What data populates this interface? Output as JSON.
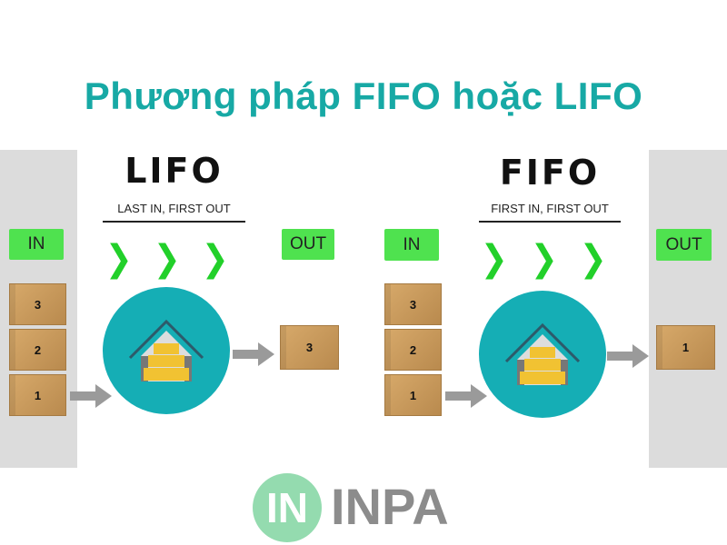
{
  "title": "Phương pháp FIFO hoặc LIFO",
  "watermark": {
    "mark": "IN",
    "text": "INPA"
  },
  "lifo": {
    "heading": "LIFO",
    "subtitle": "LAST IN, FIRST OUT",
    "in_label": "IN",
    "out_label": "OUT",
    "in_boxes": [
      "3",
      "2",
      "1"
    ],
    "out_box": "3"
  },
  "fifo": {
    "heading": "FIFO",
    "subtitle": "FIRST IN, FIRST OUT",
    "in_label": "IN",
    "out_label": "OUT",
    "in_boxes": [
      "3",
      "2",
      "1"
    ],
    "out_box": "1"
  },
  "colors": {
    "title": "#17a9a5",
    "tag": "#4fe24f",
    "chevron": "#22d02a",
    "circle": "#15aeb5",
    "arrow": "#9a9a9a"
  }
}
